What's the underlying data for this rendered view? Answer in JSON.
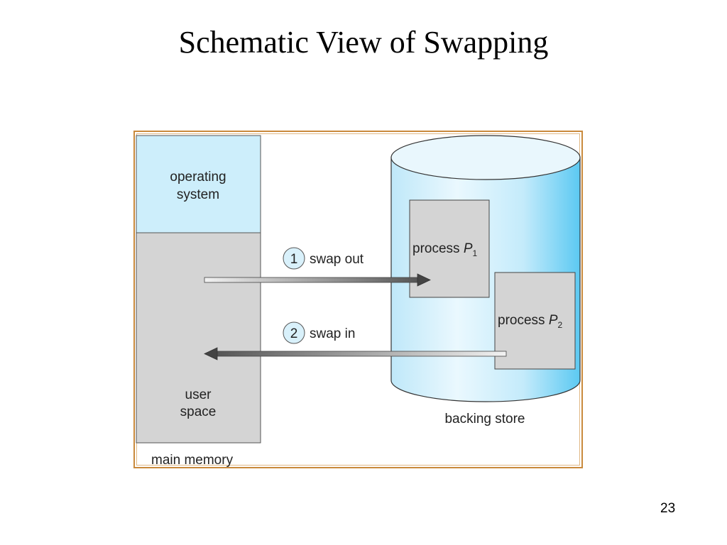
{
  "title": "Schematic View of Swapping",
  "page_number": "23",
  "main_memory": {
    "os_label_line1": "operating",
    "os_label_line2": "system",
    "user_label_line1": "user",
    "user_label_line2": "space",
    "caption": "main memory"
  },
  "steps": [
    {
      "number": "1",
      "label": "swap out"
    },
    {
      "number": "2",
      "label": "swap in"
    }
  ],
  "backing_store": {
    "caption": "backing store",
    "processes": [
      {
        "prefix": "process ",
        "name": "P",
        "subscript": "1"
      },
      {
        "prefix": "process ",
        "name": "P",
        "subscript": "2"
      }
    ]
  },
  "colors": {
    "os_fill": "#cdeefb",
    "user_fill": "#d4d4d4",
    "process_fill": "#d4d4d4",
    "cylinder_light": "#e6f6fd",
    "cylinder_dark": "#5cc9f2",
    "frame_border": "#c98a3c"
  }
}
